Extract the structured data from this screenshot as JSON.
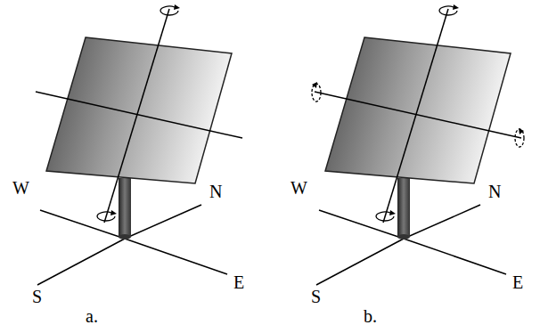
{
  "diagram": {
    "labels": [
      "W",
      "N",
      "S",
      "E",
      "a.",
      "W",
      "N",
      "S",
      "E",
      "b."
    ]
  }
}
